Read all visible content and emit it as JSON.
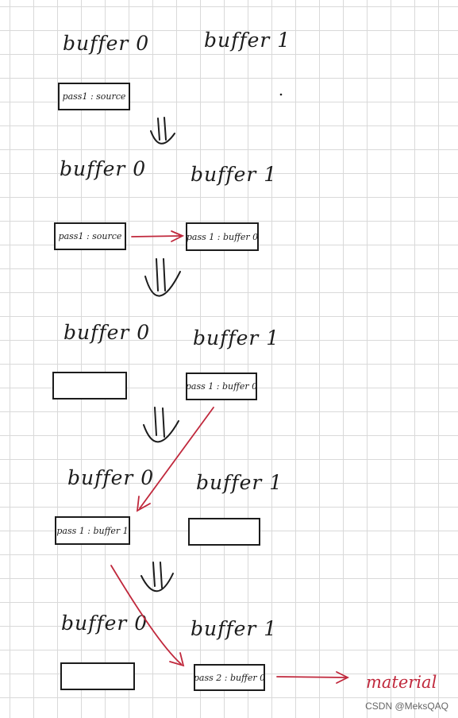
{
  "stages": [
    {
      "buffer0_label": "buffer 0",
      "buffer1_label": "buffer 1",
      "buffer0_box": "pass1 : source",
      "buffer1_box": ""
    },
    {
      "buffer0_label": "buffer 0",
      "buffer1_label": "buffer 1",
      "buffer0_box": "pass1 : source",
      "buffer1_box": "pass 1 : buffer 0"
    },
    {
      "buffer0_label": "buffer 0",
      "buffer1_label": "buffer 1",
      "buffer0_box": "",
      "buffer1_box": "pass 1 : buffer 0"
    },
    {
      "buffer0_label": "buffer 0",
      "buffer1_label": "buffer 1",
      "buffer0_box": "pass 1 : buffer 1",
      "buffer1_box": ""
    },
    {
      "buffer0_label": "buffer 0",
      "buffer1_label": "buffer 1",
      "buffer0_box": "",
      "buffer1_box": "pass 2 : buffer 0"
    }
  ],
  "output_label": "material",
  "watermark": "CSDN @MeksQAQ",
  "colors": {
    "ink": "#1c1c1c",
    "red_arrow": "#c0283c",
    "grid": "#d9d9d9"
  }
}
